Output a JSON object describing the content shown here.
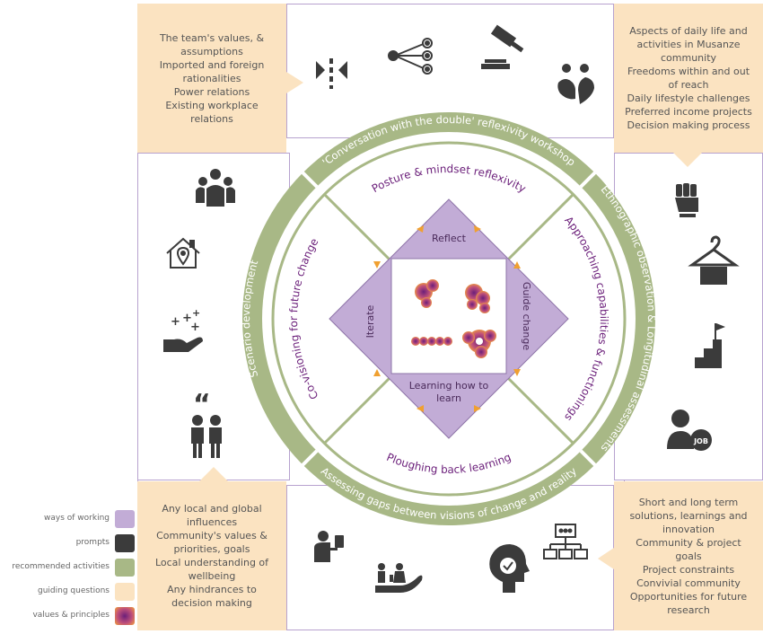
{
  "notes": {
    "top_left": [
      "The team's values, &",
      "assumptions",
      "Imported and foreign",
      "rationalities",
      "Power relations",
      "Existing workplace",
      "relations"
    ],
    "top_right": [
      "Aspects of daily life and",
      "activities in Musanze",
      "community",
      "Freedoms within and out",
      "of reach",
      "Daily lifestyle challenges",
      "Preferred income projects",
      "Decision making process"
    ],
    "bottom_left": [
      "Any local and global",
      "influences",
      "Community's values &",
      "priorities, goals",
      "Local understanding of",
      "wellbeing",
      "Any hindrances to",
      "decision making"
    ],
    "bottom_right": [
      "Short and long term",
      "solutions, learnings and",
      "innovation",
      "Community & project",
      "goals",
      "Project constraints",
      "Convivial community",
      "Opportunities for future",
      "research"
    ]
  },
  "outer_ring": {
    "top": "'Conversation with the double' reflexivity workshop",
    "bottom": "Assessing gaps between visions of change and reality",
    "left": "Scenario development",
    "right": "Ethnographic observation & Longitudinal assessments"
  },
  "inner_ring": {
    "top": "Posture & mindset reflexivity",
    "bottom": "Ploughing back learning",
    "left": "Co-visioning for future change",
    "right": "Approaching capabilities & functionings"
  },
  "diamond": {
    "top": "Reflect",
    "right": "Guide change",
    "bottom_line1": "Learning how to",
    "bottom_line2": "learn",
    "left": "Iterate"
  },
  "legend": [
    {
      "label": "ways of working",
      "color": "#c2acd6"
    },
    {
      "label": "prompts",
      "color": "#3b3b3b"
    },
    {
      "label": "recommended activities",
      "color": "#a8b886"
    },
    {
      "label": "guiding questions",
      "color": "#fbe3c1"
    },
    {
      "label": "values  & principles",
      "color": "gradient"
    }
  ],
  "icons": {
    "top": [
      "arrows-converge-icon",
      "network-nodes-icon",
      "gavel-icon",
      "people-heart-icon"
    ],
    "right": [
      "raised-fist-icon",
      "clothes-hanger-icon",
      "stairs-flag-icon",
      "job-seeker-icon"
    ],
    "bottom": [
      "person-tablet-icon",
      "hand-family-icon",
      "head-check-icon",
      "org-chart-icon"
    ],
    "left": [
      "community-group-icon",
      "home-location-icon",
      "hand-sparkle-icon",
      "people-quote-icon"
    ]
  },
  "colors": {
    "ring": "#a8b886",
    "purple": "#c2acd6",
    "text_purple": "#6b1f7a",
    "note": "#fbe3c1",
    "icon": "#3b3b3b",
    "arrow": "#f0a030"
  }
}
